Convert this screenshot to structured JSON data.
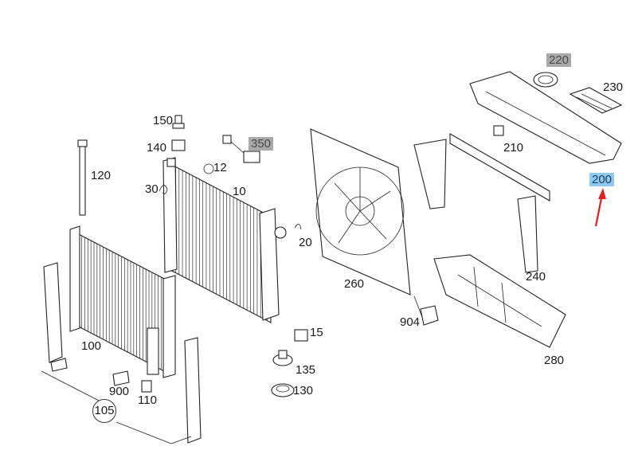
{
  "diagram": {
    "callouts": [
      {
        "id": "220",
        "style": "grey"
      },
      {
        "id": "230",
        "style": "plain"
      },
      {
        "id": "150",
        "style": "plain"
      },
      {
        "id": "350",
        "style": "grey"
      },
      {
        "id": "140",
        "style": "plain"
      },
      {
        "id": "12",
        "style": "plain"
      },
      {
        "id": "210",
        "style": "plain"
      },
      {
        "id": "120",
        "style": "plain"
      },
      {
        "id": "10",
        "style": "plain"
      },
      {
        "id": "30",
        "style": "plain"
      },
      {
        "id": "200",
        "style": "selected"
      },
      {
        "id": "20",
        "style": "plain"
      },
      {
        "id": "240",
        "style": "plain"
      },
      {
        "id": "260",
        "style": "plain"
      },
      {
        "id": "904",
        "style": "plain"
      },
      {
        "id": "15",
        "style": "plain"
      },
      {
        "id": "100",
        "style": "plain"
      },
      {
        "id": "280",
        "style": "plain"
      },
      {
        "id": "135",
        "style": "plain"
      },
      {
        "id": "900",
        "style": "plain"
      },
      {
        "id": "110",
        "style": "plain"
      },
      {
        "id": "130",
        "style": "plain"
      },
      {
        "id": "105",
        "style": "circled"
      }
    ],
    "highlight_colors": {
      "grey_label": "#a9a9a9",
      "selected_label": "#8ec9ef",
      "arrow": "#e02020"
    },
    "selected_callout": "200"
  }
}
